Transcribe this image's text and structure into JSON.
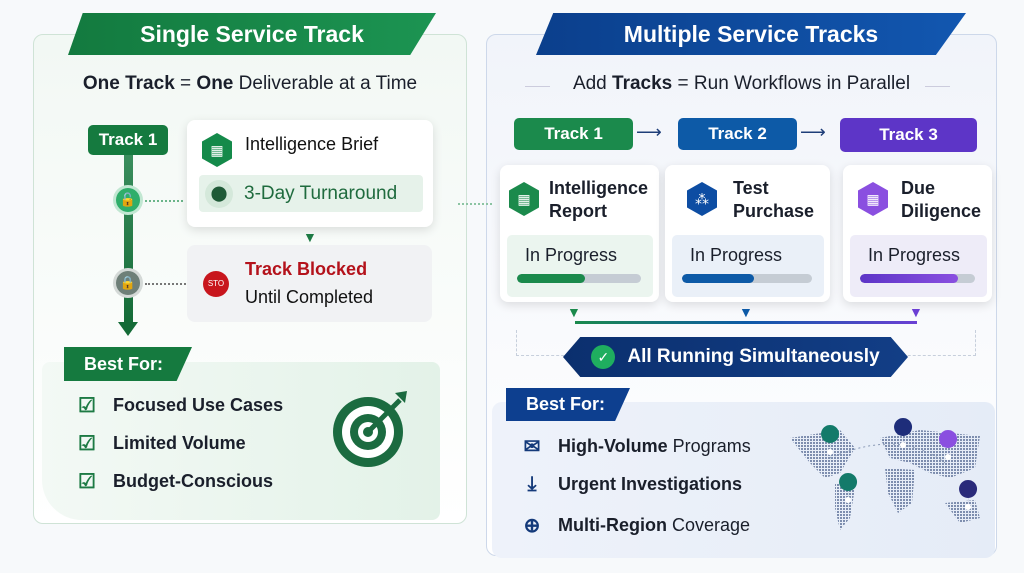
{
  "left": {
    "title": "Single Service Track",
    "subtitle_bold1": "One Track",
    "subtitle_eq": " = ",
    "subtitle_bold2": "One",
    "subtitle_rest": " Deliverable at a Time",
    "track_label": "Track 1",
    "card_title": "Intelligence Brief",
    "turnaround": "3-Day Turnaround",
    "blocked_title": "Track Blocked",
    "blocked_sub": "Until Completed",
    "stop_label": "STO",
    "best_for": "Best For:",
    "items": [
      "Focused Use Cases",
      "Limited Volume",
      "Budget-Conscious"
    ]
  },
  "right": {
    "title": "Multiple Service Tracks",
    "subtitle_plain": "Add ",
    "subtitle_bold": "Tracks",
    "subtitle_rest": " = Run Workflows in Parallel",
    "tracks": [
      {
        "label": "Track 1",
        "title1": "Intelligence",
        "title2": "Report",
        "status": "In Progress",
        "progress": 55,
        "color": "#1b8a4c"
      },
      {
        "label": "Track 2",
        "title1": "Test",
        "title2": "Purchase",
        "status": "In Progress",
        "progress": 55,
        "color": "#0d5aa7"
      },
      {
        "label": "Track 3",
        "title1": "Due",
        "title2": "Diligence",
        "status": "In Progress",
        "progress": 85,
        "color": "#6b3fd4"
      }
    ],
    "running": "All Running Simultaneously",
    "best_for": "Best For:",
    "items": [
      {
        "bold": "High-Volume",
        "rest": " Programs"
      },
      {
        "bold": "Urgent Investigations",
        "rest": ""
      },
      {
        "bold": "Multi-Region",
        "rest": " Coverage"
      }
    ]
  }
}
